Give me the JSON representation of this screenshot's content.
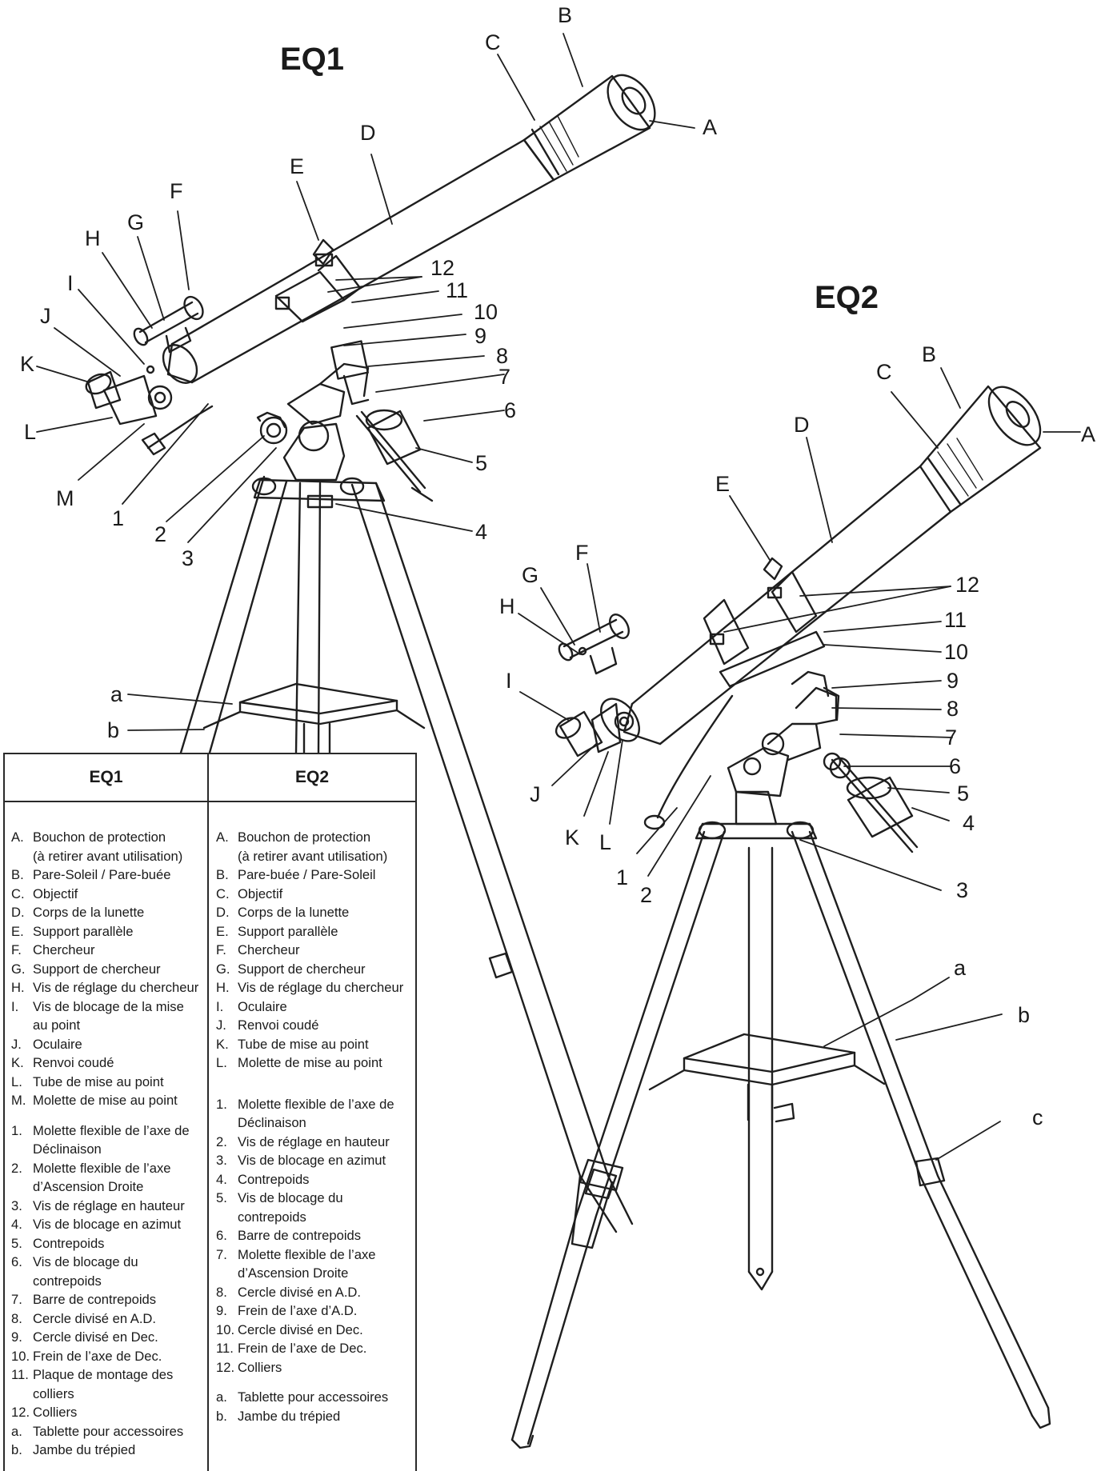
{
  "titles": {
    "eq1": "EQ1",
    "eq2": "EQ2"
  },
  "eq1_callouts": {
    "A": "A",
    "B": "B",
    "C": "C",
    "D": "D",
    "E": "E",
    "F": "F",
    "G": "G",
    "H": "H",
    "I": "I",
    "J": "J",
    "K": "K",
    "L": "L",
    "M": "M",
    "n1": "1",
    "n2": "2",
    "n3": "3",
    "n4": "4",
    "n5": "5",
    "n6": "6",
    "n7": "7",
    "n8": "8",
    "n9": "9",
    "n10": "10",
    "n11": "11",
    "n12": "12",
    "a": "a",
    "b": "b"
  },
  "eq2_callouts": {
    "A": "A",
    "B": "B",
    "C": "C",
    "D": "D",
    "E": "E",
    "F": "F",
    "G": "G",
    "H": "H",
    "I": "I",
    "J": "J",
    "K": "K",
    "L": "L",
    "n1": "1",
    "n2": "2",
    "n3": "3",
    "n4": "4",
    "n5": "5",
    "n6": "6",
    "n7": "7",
    "n8": "8",
    "n9": "9",
    "n10": "10",
    "n11": "11",
    "n12": "12",
    "a": "a",
    "b": "b",
    "c": "c"
  },
  "legend": {
    "eq1_header": "EQ1",
    "eq2_header": "EQ2",
    "eq1_items": [
      {
        "k": "A.",
        "t": "Bouchon de protection"
      },
      {
        "k": "",
        "t": "(à retirer avant utilisation)"
      },
      {
        "k": "B.",
        "t": "Pare-Soleil / Pare-buée"
      },
      {
        "k": "C.",
        "t": "Objectif"
      },
      {
        "k": "D.",
        "t": "Corps de la lunette"
      },
      {
        "k": "E.",
        "t": "Support parallèle"
      },
      {
        "k": "F.",
        "t": "Chercheur"
      },
      {
        "k": "G.",
        "t": "Support de chercheur"
      },
      {
        "k": "H.",
        "t": "Vis de réglage du chercheur"
      },
      {
        "k": "I.",
        "t": "Vis de blocage de la mise"
      },
      {
        "k": "",
        "t": "au point"
      },
      {
        "k": "J.",
        "t": "Oculaire"
      },
      {
        "k": "K.",
        "t": "Renvoi coudé"
      },
      {
        "k": "L.",
        "t": "Tube de mise au point"
      },
      {
        "k": "M.",
        "t": "Molette de mise au point"
      },
      {
        "gap": true
      },
      {
        "k": "1.",
        "t": "Molette flexible de l’axe de"
      },
      {
        "k": "",
        "t": "Déclinaison"
      },
      {
        "k": "2.",
        "t": "Molette flexible de l’axe"
      },
      {
        "k": "",
        "t": "d’Ascension Droite"
      },
      {
        "k": "3.",
        "t": "Vis de réglage en hauteur"
      },
      {
        "k": "4.",
        "t": "Vis de blocage en azimut"
      },
      {
        "k": "5.",
        "t": "Contrepoids"
      },
      {
        "k": "6.",
        "t": "Vis de blocage du"
      },
      {
        "k": "",
        "t": "contrepoids"
      },
      {
        "k": "7.",
        "t": "Barre de contrepoids"
      },
      {
        "k": "8.",
        "t": "Cercle divisé en A.D."
      },
      {
        "k": "9.",
        "t": "Cercle divisé en Dec."
      },
      {
        "k": "10.",
        "t": "Frein de l’axe de Dec."
      },
      {
        "k": "11.",
        "t": "Plaque de montage des"
      },
      {
        "k": "",
        "t": "colliers"
      },
      {
        "k": "12.",
        "t": "Colliers"
      },
      {
        "k": "a.",
        "t": "Tablette pour accessoires"
      },
      {
        "k": "b.",
        "t": "Jambe du trépied"
      }
    ],
    "eq2_items": [
      {
        "k": "A.",
        "t": "Bouchon de protection"
      },
      {
        "k": "",
        "t": "(à retirer avant utilisation)"
      },
      {
        "k": "B.",
        "t": "Pare-buée / Pare-Soleil"
      },
      {
        "k": "C.",
        "t": "Objectif"
      },
      {
        "k": "D.",
        "t": "Corps de la lunette"
      },
      {
        "k": "E.",
        "t": "Support parallèle"
      },
      {
        "k": "F.",
        "t": "Chercheur"
      },
      {
        "k": "G.",
        "t": "Support de chercheur"
      },
      {
        "k": "H.",
        "t": "Vis de réglage du chercheur"
      },
      {
        "k": "I.",
        "t": "Oculaire"
      },
      {
        "k": "J.",
        "t": "Renvoi coudé"
      },
      {
        "k": "K.",
        "t": "Tube de mise au point"
      },
      {
        "k": "L.",
        "t": "Molette de mise au point"
      },
      {
        "gap": true
      },
      {
        "gap": true
      },
      {
        "k": "1.",
        "t": "Molette flexible de l’axe de"
      },
      {
        "k": "",
        "t": "Déclinaison"
      },
      {
        "k": "2.",
        "t": "Vis de réglage en hauteur"
      },
      {
        "k": "3.",
        "t": "Vis de blocage en azimut"
      },
      {
        "k": "4.",
        "t": "Contrepoids"
      },
      {
        "k": "5.",
        "t": "Vis de blocage du"
      },
      {
        "k": "",
        "t": "contrepoids"
      },
      {
        "k": "6.",
        "t": "Barre de contrepoids"
      },
      {
        "k": "7.",
        "t": "Molette flexible de l’axe"
      },
      {
        "k": "",
        "t": "d’Ascension Droite"
      },
      {
        "k": "8.",
        "t": "Cercle divisé en A.D."
      },
      {
        "k": "9.",
        "t": "Frein de l’axe d’A.D."
      },
      {
        "k": "10.",
        "t": "Cercle divisé en Dec."
      },
      {
        "k": "11.",
        "t": "Frein de l’axe de Dec."
      },
      {
        "k": "12.",
        "t": "Colliers"
      },
      {
        "gap": true
      },
      {
        "k": "a.",
        "t": "Tablette pour accessoires"
      },
      {
        "k": "b.",
        "t": "Jambe du trépied"
      }
    ]
  }
}
